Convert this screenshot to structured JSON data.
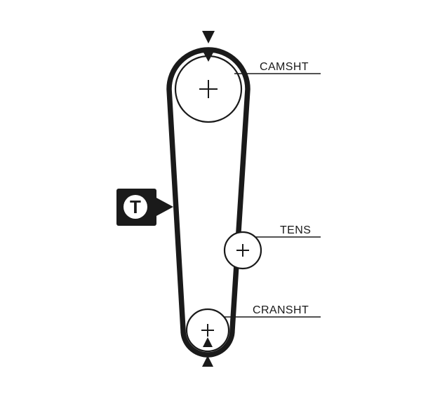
{
  "diagram": {
    "labels": {
      "camshaft": "CAMSHT",
      "tensioner": "TENS",
      "crankshaft": "CRANSHT"
    },
    "tension_marker": {
      "letter": "T"
    },
    "colors": {
      "ink": "#1a1a1a",
      "background": "#ffffff"
    }
  }
}
